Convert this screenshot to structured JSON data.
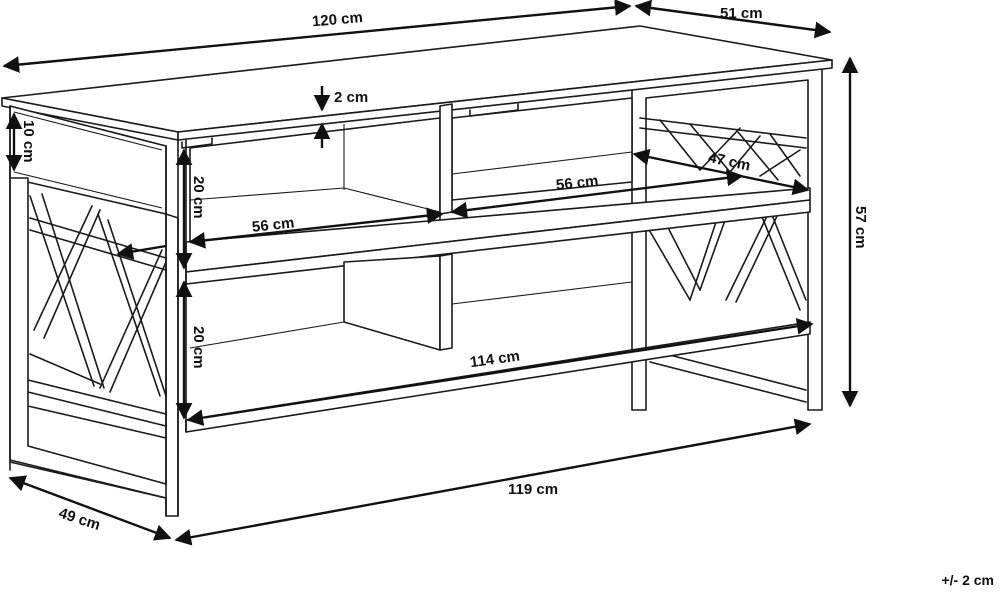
{
  "dimensions": {
    "top_width": "120 cm",
    "top_depth": "51 cm",
    "total_height": "57 cm",
    "top_thickness": "2 cm",
    "drawer_height": "10 cm",
    "upper_shelf_height": "20 cm",
    "lower_shelf_height": "20 cm",
    "left_compartment_width": "56 cm",
    "right_compartment_width": "56 cm",
    "inner_depth": "47 cm",
    "bottom_shelf_width": "114 cm",
    "base_width": "119 cm",
    "base_depth": "49 cm"
  },
  "tolerance": "+/- 2 cm"
}
